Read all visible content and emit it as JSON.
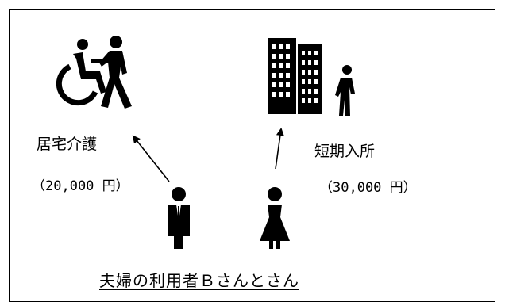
{
  "service_home_care": {
    "label": "居宅介護",
    "cost": "（20,000 円）",
    "icon": "wheelchair-caregiver-icon"
  },
  "service_short_stay": {
    "label": "短期入所",
    "cost": "（30,000 円）",
    "icon": "building-person-icon"
  },
  "users": {
    "caption": "夫婦の利用者Ｂさんとさん",
    "man_icon": "man-icon",
    "woman_icon": "woman-icon"
  },
  "colors": {
    "ink": "#000000",
    "background": "#ffffff"
  }
}
